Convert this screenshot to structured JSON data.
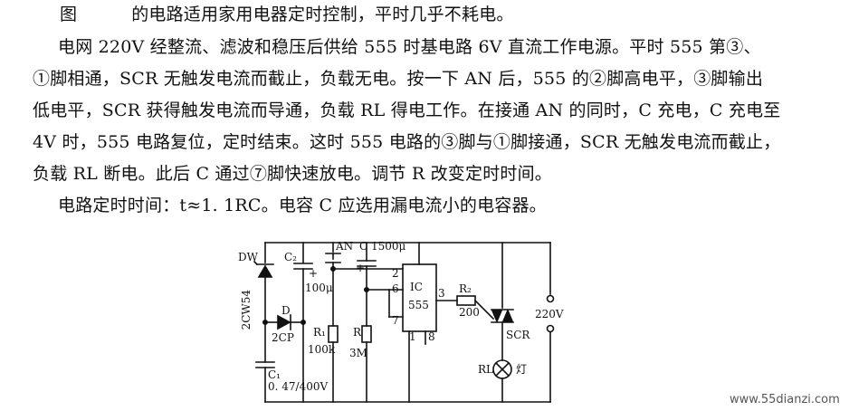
{
  "text": {
    "line1_prefix": "图",
    "line1_rest": "的电路适用家用电器定时控制，平时几乎不耗电。",
    "line2": "电网 220V 经整流、滤波和稳压后供给 555 时基电路 6V 直流工作电源。平时 555 第③、",
    "line3": "①脚相通，SCR 无触发电流而截止，负载无电。按一下 AN 后，555 的②脚高电平，③脚输出",
    "line4": "低电平，SCR 获得触发电流而导通，负载 RL 得电工作。在接通 AN 的同时，C 充电，C 充电至",
    "line5": "4V 时，555 电路复位，定时结束。这时 555 电路的③脚与①脚接通，SCR 无触发电流而截止，",
    "line6": "负载 RL 断电。此后 C 通过⑦脚快速放电。调节 R 改变定时时间。",
    "line7": "电路定时时间：t≈1. 1RC。电容 C 应选用漏电流小的电容器。"
  },
  "circuit": {
    "labels": {
      "dw": "DW",
      "an": "AN",
      "c2": "C₂",
      "c": "C",
      "c_val": "1500μ",
      "c2_val": "100μ",
      "zener": "2CW54",
      "d": "D",
      "d_model": "2CP",
      "r1": "R₁",
      "r1_val": "100k",
      "r": "R",
      "r_val": "3M",
      "ic": "IC",
      "ic_model": "555",
      "pin2": "2",
      "pin6": "6",
      "pin7": "7",
      "pin3": "3",
      "pin1": "1",
      "pin8": "8",
      "r2": "R₂",
      "r2_val": "200",
      "scr": "SCR",
      "mains": "220V",
      "rl": "RL",
      "lamp": "灯",
      "c1": "C₁",
      "c1_val": "0. 47/400V",
      "plus1": "+",
      "plus2": "+"
    }
  },
  "watermark": "www.55dianzi.com"
}
